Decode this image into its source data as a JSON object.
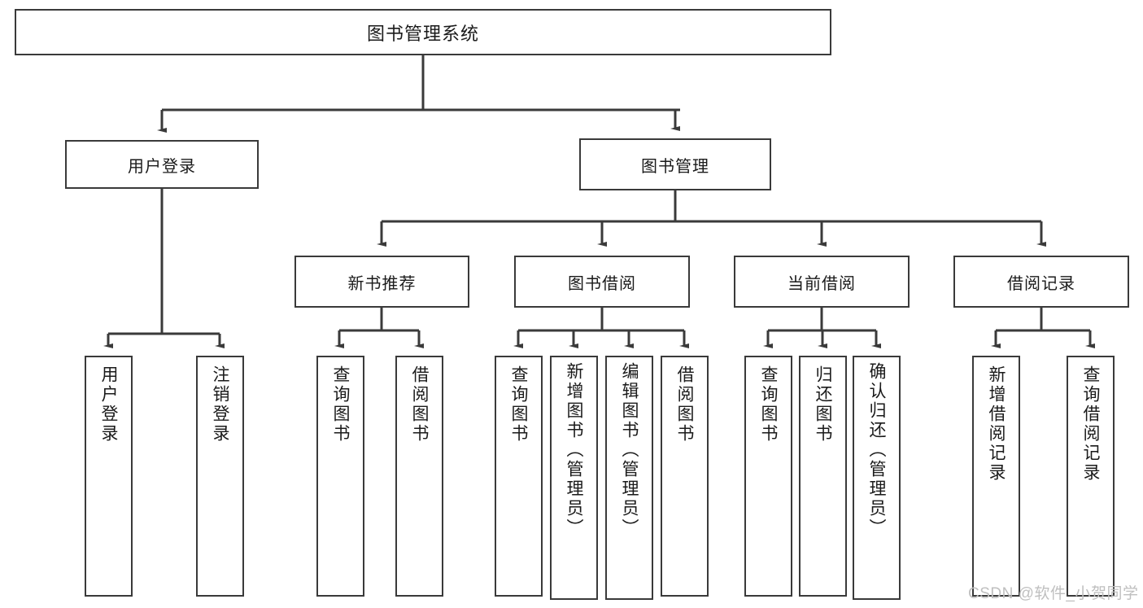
{
  "diagram": {
    "title": "图书管理系统",
    "type": "tree-hierarchy-chart",
    "stroke_color": "#3a3a3a",
    "fill_color": "#ffffff",
    "background": "#ffffff"
  },
  "root": {
    "label": "图书管理系统"
  },
  "level1": [
    {
      "label": "用户登录"
    },
    {
      "label": "图书管理"
    }
  ],
  "level2": [
    {
      "label": "新书推荐"
    },
    {
      "label": "图书借阅"
    },
    {
      "label": "当前借阅"
    },
    {
      "label": "借阅记录"
    }
  ],
  "leaves": {
    "user_login": [
      {
        "label": "用户登录"
      },
      {
        "label": "注销登录"
      }
    ],
    "new_book_recommend": [
      {
        "label": "查询图书"
      },
      {
        "label": "借阅图书"
      }
    ],
    "book_borrow": [
      {
        "label": "查询图书"
      },
      {
        "label": "新增图书（管理员）"
      },
      {
        "label": "编辑图书（管理员）"
      },
      {
        "label": "借阅图书"
      }
    ],
    "current_borrow": [
      {
        "label": "查询图书"
      },
      {
        "label": "归还图书"
      },
      {
        "label": "确认归还（管理员）"
      }
    ],
    "borrow_record": [
      {
        "label": "新增借阅记录"
      },
      {
        "label": "查询借阅记录"
      }
    ]
  },
  "watermark": {
    "text": "CSDN @软件_小贺同学",
    "color": "#bfbfbf"
  }
}
